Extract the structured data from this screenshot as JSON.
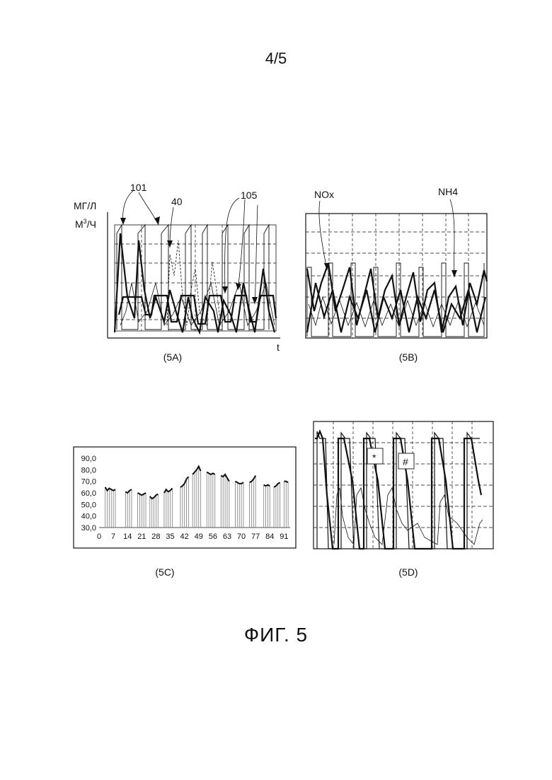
{
  "page_number": "4/5",
  "figure_title": "ФИГ. 5",
  "panels": {
    "a": {
      "caption": "(5A)",
      "y_label_line1": "МГ/Л",
      "y_label_line2_base": "М",
      "y_label_line2_sup": "3",
      "y_label_line2_tail": "/Ч",
      "x_label": "t",
      "callouts": [
        "101",
        "40",
        "105"
      ]
    },
    "b": {
      "caption": "(5B)",
      "callouts": [
        "NOx",
        "NH4"
      ]
    },
    "c": {
      "caption": "(5C)"
    },
    "d": {
      "caption": "(5D)",
      "markers": [
        "*",
        "#"
      ]
    }
  },
  "chart_data": {
    "type": "bar",
    "x_ticks": [
      "0",
      "7",
      "14",
      "21",
      "28",
      "35",
      "42",
      "49",
      "56",
      "63",
      "70",
      "77",
      "84",
      "91"
    ],
    "y_ticks": [
      "90,0",
      "80,0",
      "70,0",
      "60,0",
      "50,0",
      "40,0",
      "30,0"
    ],
    "xlim": [
      0,
      94
    ],
    "ylim": [
      30,
      90
    ],
    "x": [
      3,
      4,
      5,
      6,
      7,
      8,
      13,
      14,
      15,
      16,
      19,
      20,
      21,
      22,
      23,
      25,
      26,
      27,
      28,
      29,
      32,
      33,
      34,
      35,
      36,
      40,
      41,
      42,
      43,
      44,
      46,
      47,
      48,
      49,
      50,
      53,
      54,
      55,
      56,
      57,
      60,
      61,
      62,
      63,
      64,
      67,
      68,
      69,
      70,
      71,
      74,
      75,
      76,
      77,
      81,
      82,
      83,
      84,
      86,
      87,
      88,
      89,
      91,
      92,
      93
    ],
    "values": [
      65,
      62,
      64,
      63,
      62,
      63,
      61,
      60,
      62,
      63,
      60,
      59,
      58,
      59,
      60,
      57,
      55,
      56,
      58,
      59,
      60,
      63,
      61,
      62,
      64,
      65,
      66,
      68,
      72,
      74,
      76,
      78,
      80,
      83,
      79,
      78,
      77,
      76,
      77,
      76,
      75,
      74,
      76,
      73,
      70,
      70,
      69,
      68,
      68,
      69,
      69,
      70,
      72,
      75,
      67,
      66,
      67,
      66,
      65,
      66,
      68,
      69,
      70,
      70,
      69
    ],
    "grid": false,
    "legend": "none"
  }
}
